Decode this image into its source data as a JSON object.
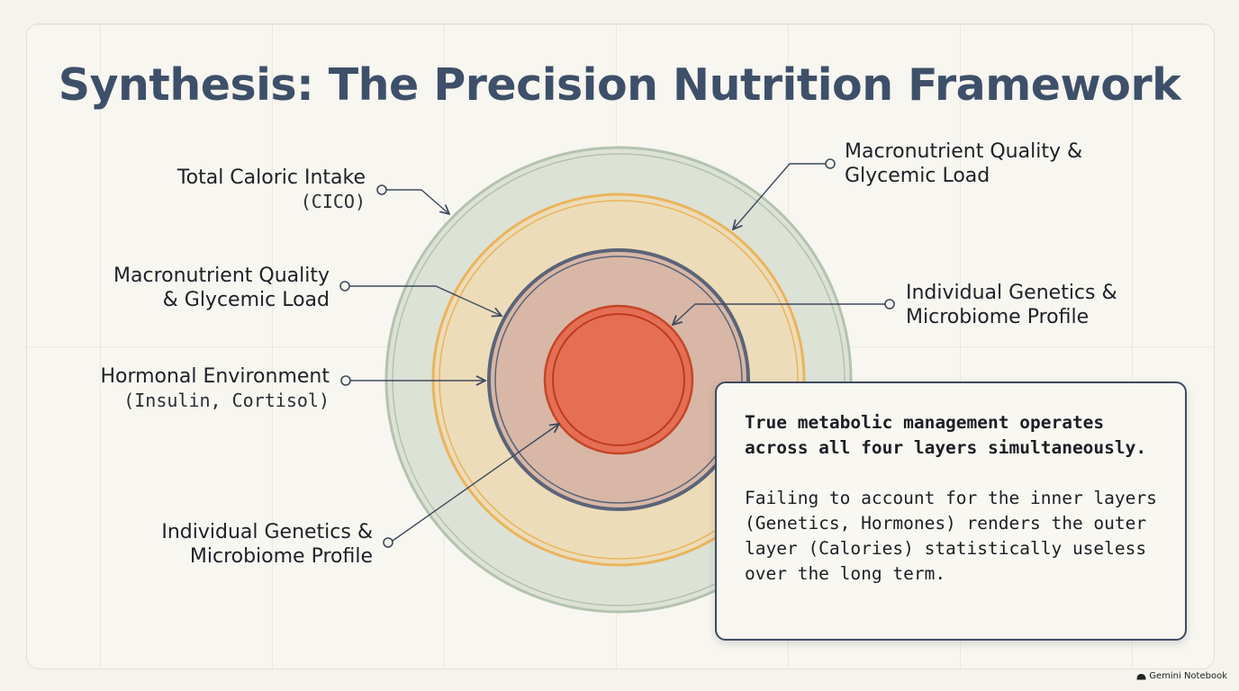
{
  "title": "Synthesis: The Precision Nutrition Framework",
  "layers": [
    {
      "name": "outer-layer",
      "fill": "#dde2d6",
      "stroke": "#b3c3b0"
    },
    {
      "name": "second-layer",
      "fill": "#ecdcb9",
      "stroke": "#eab45c"
    },
    {
      "name": "third-layer",
      "fill": "#d8b7a6",
      "stroke": "#5b6478"
    },
    {
      "name": "core-layer",
      "fill": "#e56f54",
      "stroke": "#bf3a1f"
    }
  ],
  "labels": {
    "caloric": {
      "line1": "Total Caloric Intake",
      "line2": "(CICO)"
    },
    "macro_left": {
      "line1": "Macronutrient Quality",
      "line2": "& Glycemic Load"
    },
    "hormonal": {
      "line1": "Hormonal Environment",
      "line2": "(Insulin, Cortisol)"
    },
    "genetics_left": {
      "line1": "Individual Genetics &",
      "line2": "Microbiome Profile"
    },
    "macro_right": {
      "line1": "Macronutrient Quality &",
      "line2": "Glycemic Load"
    },
    "genetics_right": {
      "line1": "Individual Genetics &",
      "line2": "Microbiome Profile"
    }
  },
  "callout": {
    "heading": "True metabolic management operates across all four layers simultaneously.",
    "body": "Failing to account for the inner layers (Genetics, Hormones) renders the outer layer  (Calories) statistically useless over the long term."
  },
  "brand": "Gemini Notebook"
}
